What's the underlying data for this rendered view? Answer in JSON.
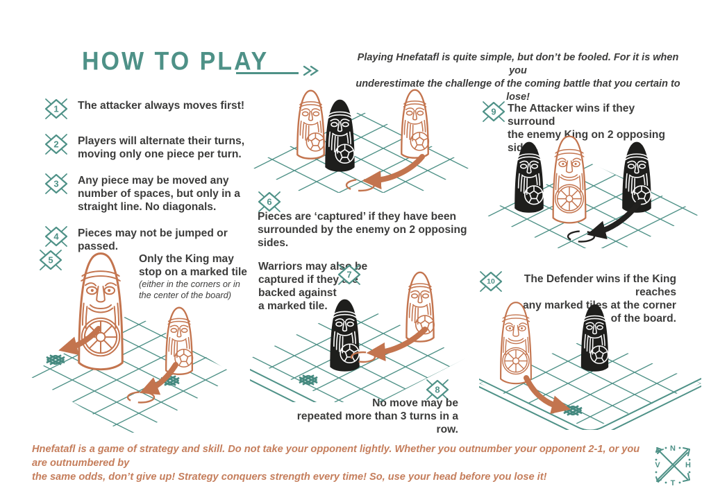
{
  "header": {
    "title": "HOW TO PLAY",
    "intro_lines": [
      "Playing Hnefatafl is quite simple, but don’t be fooled. For it is when you",
      "underestimate the challenge of the coming battle that you certain to lose!"
    ]
  },
  "rules": [
    {
      "num": "1",
      "lines": [
        "The attacker always moves first!"
      ]
    },
    {
      "num": "2",
      "lines": [
        "Players will alternate their turns,",
        "moving only one piece per turn."
      ]
    },
    {
      "num": "3",
      "lines": [
        "Any piece may be moved any",
        "number of spaces, but only in a",
        "straight line. No diagonals."
      ]
    },
    {
      "num": "4",
      "lines": [
        "Pieces may not be jumped or passed."
      ]
    },
    {
      "num": "5",
      "lines": [
        "Only the King may",
        "stop on a marked tile"
      ],
      "note_lines": [
        "(either in the corners or in",
        "the center of the board)"
      ]
    },
    {
      "num": "6",
      "lines": [
        "Pieces are ‘captured’ if they have been",
        "surrounded by the enemy on 2 opposing sides."
      ]
    },
    {
      "num": "7",
      "lines": [
        "Warriors may also be",
        "captured if they are",
        "backed against",
        "a marked tile."
      ]
    },
    {
      "num": "8",
      "lines": [
        "No move may be",
        "repeated more than 3 turns in a row."
      ]
    },
    {
      "num": "9",
      "lines": [
        "The Attacker wins if they surround",
        "the enemy King on 2 opposing sides."
      ]
    },
    {
      "num": "10",
      "lines": [
        "The Defender wins if the King reaches",
        "any marked tiles at the corner",
        "of the board."
      ]
    }
  ],
  "footer": {
    "lines": [
      "Hnefatafl is a game of strategy and skill. Do not take your opponent lightly. Whether you outnumber your opponent 2-1, or you are outnumbered by",
      "the same odds, don’t give up! Strategy conquers strength every time! So, use your head before you lose it!"
    ]
  },
  "logo": {
    "letters": {
      "top": "N",
      "left": "V",
      "right": "H",
      "bottom": "T"
    }
  },
  "colors": {
    "accent_teal": "#4E9187",
    "accent_orange": "#C3744E",
    "footer_orange": "#C57E5C",
    "ink": "#3C3C3B",
    "black_piece": "#1E1E1C"
  }
}
